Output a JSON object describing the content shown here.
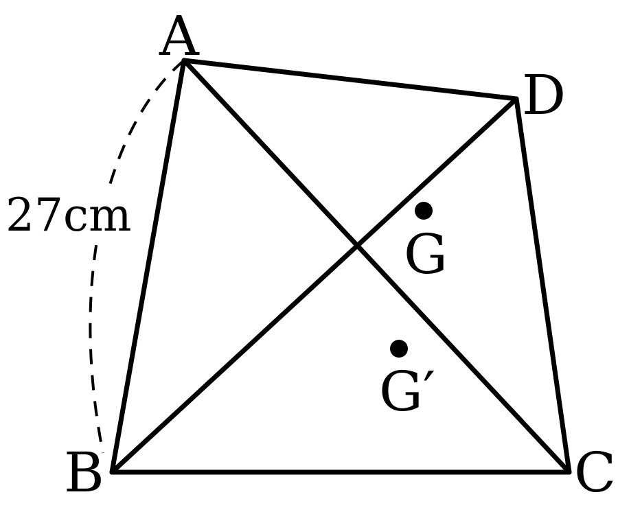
{
  "vertices": {
    "a": "A",
    "b": "B",
    "c": "C",
    "d": "D"
  },
  "points": {
    "g": "G",
    "g_prime": "G′"
  },
  "measurement": {
    "ab_length": "27cm"
  },
  "colors": {
    "ink": "#000000",
    "background": "#ffffff"
  }
}
